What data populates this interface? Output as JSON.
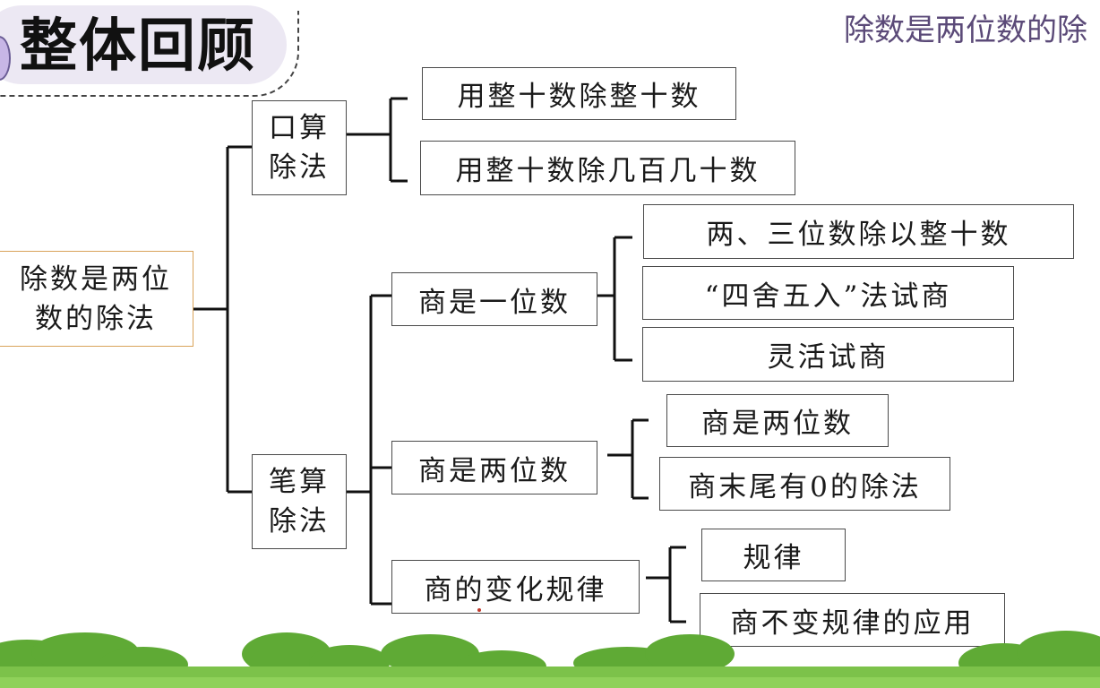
{
  "header": {
    "title": "整体回顾",
    "top_right": "除数是两位数的除"
  },
  "mindmap": {
    "root": "除数是两位\n数的除法",
    "branch_mental": {
      "label": "口算\n除法",
      "items": [
        "用整十数除整十数",
        "用整十数除几百几十数"
      ]
    },
    "branch_written": {
      "label": "笔算\n除法",
      "groups": [
        {
          "label": "商是一位数",
          "items": [
            "两、三位数除以整十数",
            "“四舍五入”法试商",
            "灵活试商"
          ]
        },
        {
          "label": "商是两位数",
          "items": [
            "商是两位数",
            "商末尾有0的除法"
          ]
        },
        {
          "label": "商的变化规律",
          "items": [
            "规律",
            "商不变规律的应用"
          ]
        }
      ]
    }
  },
  "colors": {
    "title_pill": "#ece8f3",
    "top_right_text": "#5b4a78",
    "root_border": "#d9a35a",
    "grass": "#5faa35"
  }
}
